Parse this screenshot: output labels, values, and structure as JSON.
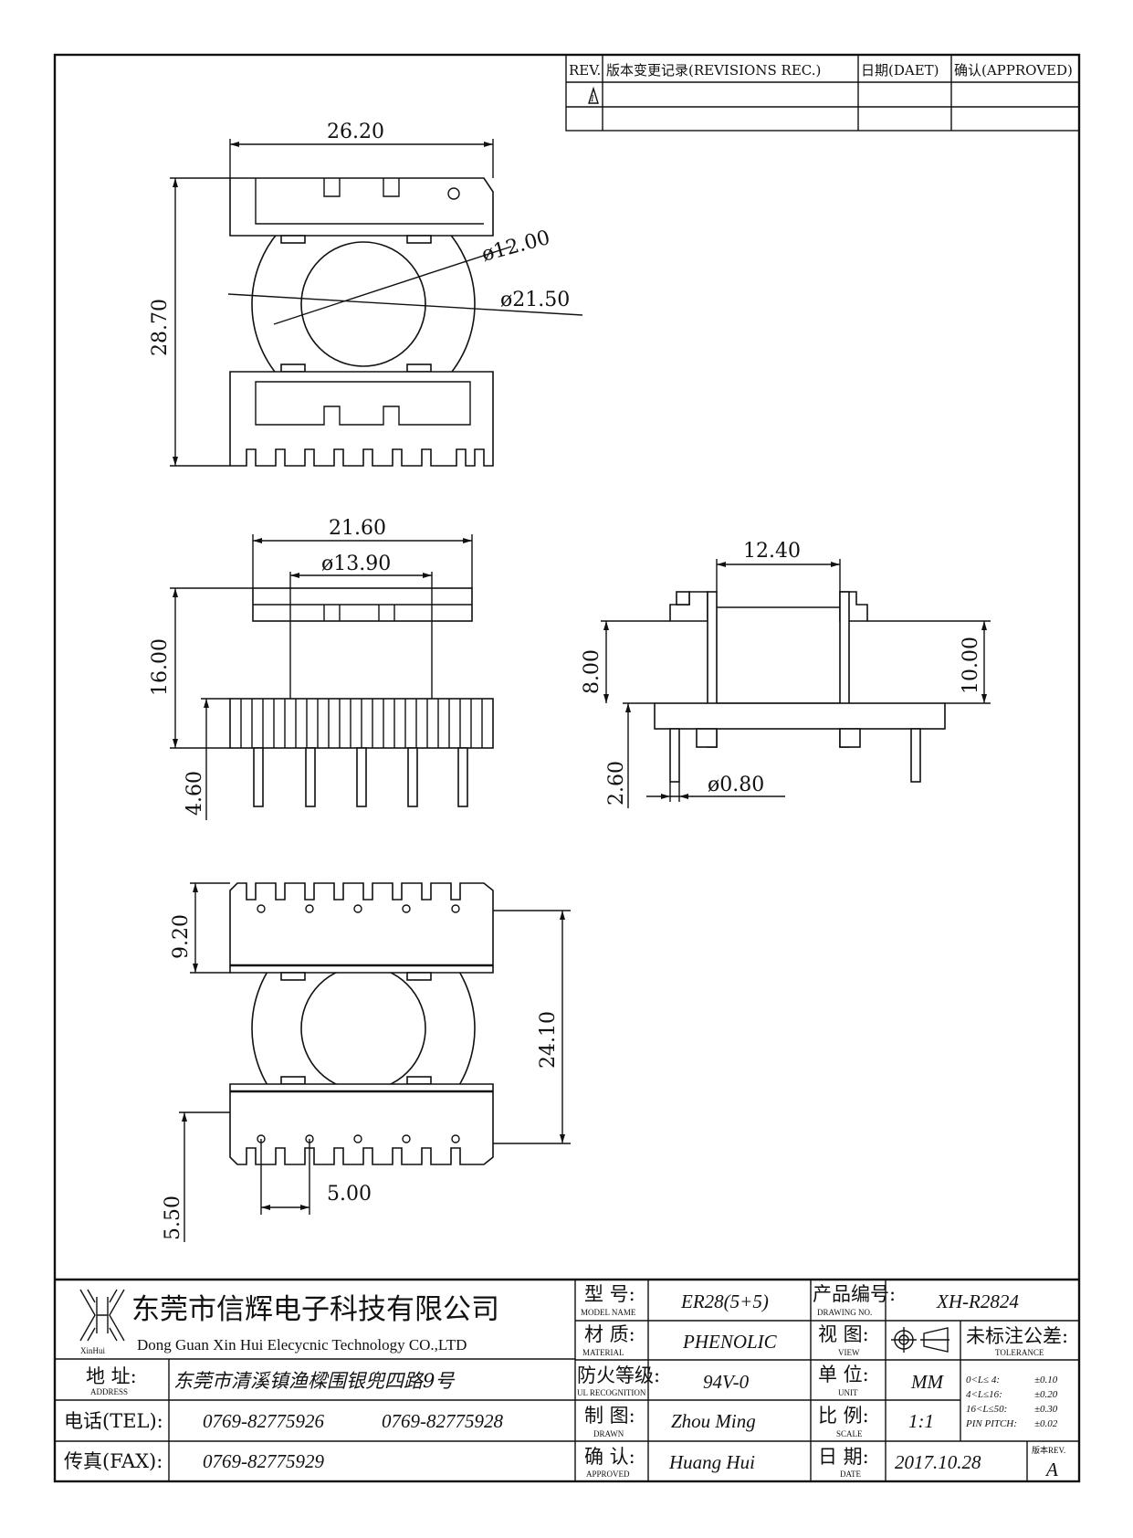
{
  "revision_table": {
    "headers": [
      "REV.",
      "版本变更记录(REVISIONS REC.)",
      "日期(DAET)",
      "确认(APPROVED)"
    ],
    "rev_symbol": "1"
  },
  "dimensions": {
    "top_width": "26.20",
    "top_height": "28.70",
    "inner_dia": "ø12.00",
    "outer_dia": "ø21.50",
    "front_width": "21.60",
    "front_dia": "ø13.90",
    "front_height": "16.00",
    "pin_length": "4.60",
    "side_span": "12.40",
    "side_h1": "8.00",
    "side_h2": "10.00",
    "side_pin": "2.60",
    "pin_dia": "ø0.80",
    "bottom_top": "9.20",
    "bottom_height": "24.10",
    "bottom_pitch": "5.00",
    "bottom_pin": "5.50"
  },
  "company": {
    "logo_text": "XinHui",
    "name_cn": "东莞市信辉电子科技有限公司",
    "name_en": "Dong Guan Xin Hui Elecycnic Technology CO.,LTD",
    "address_label_cn": "地  址:",
    "address_label_en": "ADDRESS",
    "address": "东莞市清溪镇渔樑围银兜四路9号",
    "tel_label": "电话(TEL):",
    "tel1": "0769-82775926",
    "tel2": "0769-82775928",
    "fax_label": "传真(FAX):",
    "fax": "0769-82775929"
  },
  "title_block": {
    "model_label_cn": "型  号:",
    "model_label_en": "MODEL NAME",
    "model": "ER28(5+5)",
    "material_label_cn": "材  质:",
    "material_label_en": "MATERIAL",
    "material": "PHENOLIC",
    "ul_label_cn": "防火等级:",
    "ul_label_en": "UL RECOGNITION",
    "ul": "94V-0",
    "drawn_label_cn": "制  图:",
    "drawn_label_en": "DRAWN",
    "drawn": "Zhou Ming",
    "approved_label_cn": "确  认:",
    "approved_label_en": "APPROVED",
    "approved": "Huang Hui",
    "drawing_no_label_cn": "产品编号:",
    "drawing_no_label_en": "DRAWING NO.",
    "drawing_no": "XH-R2824",
    "view_label_cn": "视  图:",
    "view_label_en": "VIEW",
    "unit_label_cn": "单  位:",
    "unit_label_en": "UNIT",
    "unit": "MM",
    "scale_label_cn": "比  例:",
    "scale_label_en": "SCALE",
    "scale": "1:1",
    "date_label_cn": "日  期:",
    "date_label_en": "DATE",
    "date": "2017.10.28",
    "tolerance_label_cn": "未标注公差:",
    "tolerance_label_en": "TOLERANCE",
    "tolerances": [
      {
        "range": "0<L≤ 4:",
        "value": "±0.10"
      },
      {
        "range": "4<L≤16:",
        "value": "±0.20"
      },
      {
        "range": "16<L≤50:",
        "value": "±0.30"
      },
      {
        "range": "PIN PITCH:",
        "value": "±0.02"
      }
    ],
    "rev_label": "版本REV.",
    "rev": "A"
  }
}
